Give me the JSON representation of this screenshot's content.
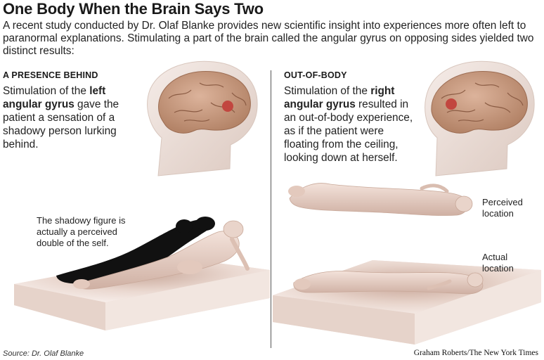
{
  "title": "One Body When the Brain Says Two",
  "intro": "A recent study conducted by Dr. Olaf Blanke provides new scientific insight into experiences more often left to paranormal explanations. Stimulating a part of the brain called the angular gyrus on opposing sides yielded two distinct results:",
  "left": {
    "heading": "A PRESENCE BEHIND",
    "desc_pre": "Stimulation of the ",
    "desc_bold": "left angular gyrus",
    "desc_post": " gave the patient a sensation of a shadowy person lurking behind.",
    "note": "The shadowy figure is actually a perceived double of the self."
  },
  "right": {
    "heading": "OUT-OF-BODY",
    "desc_pre": "Stimulation of the ",
    "desc_bold": "right angular gyrus",
    "desc_post": " resulted in an out-of-body experience, as if the patient were floating from the ceiling, looking down at herself.",
    "label_perceived": "Perceived location",
    "label_actual": "Actual location"
  },
  "source": "Source: Dr. Olaf Blanke",
  "credit": "Graham Roberts/The New York Times",
  "colors": {
    "brain": "#c99a7f",
    "stimulation_dot": "#c2463f",
    "skin": "#e8cfc4",
    "shadow_figure": "#111111",
    "platform": "#e0c9bf"
  }
}
